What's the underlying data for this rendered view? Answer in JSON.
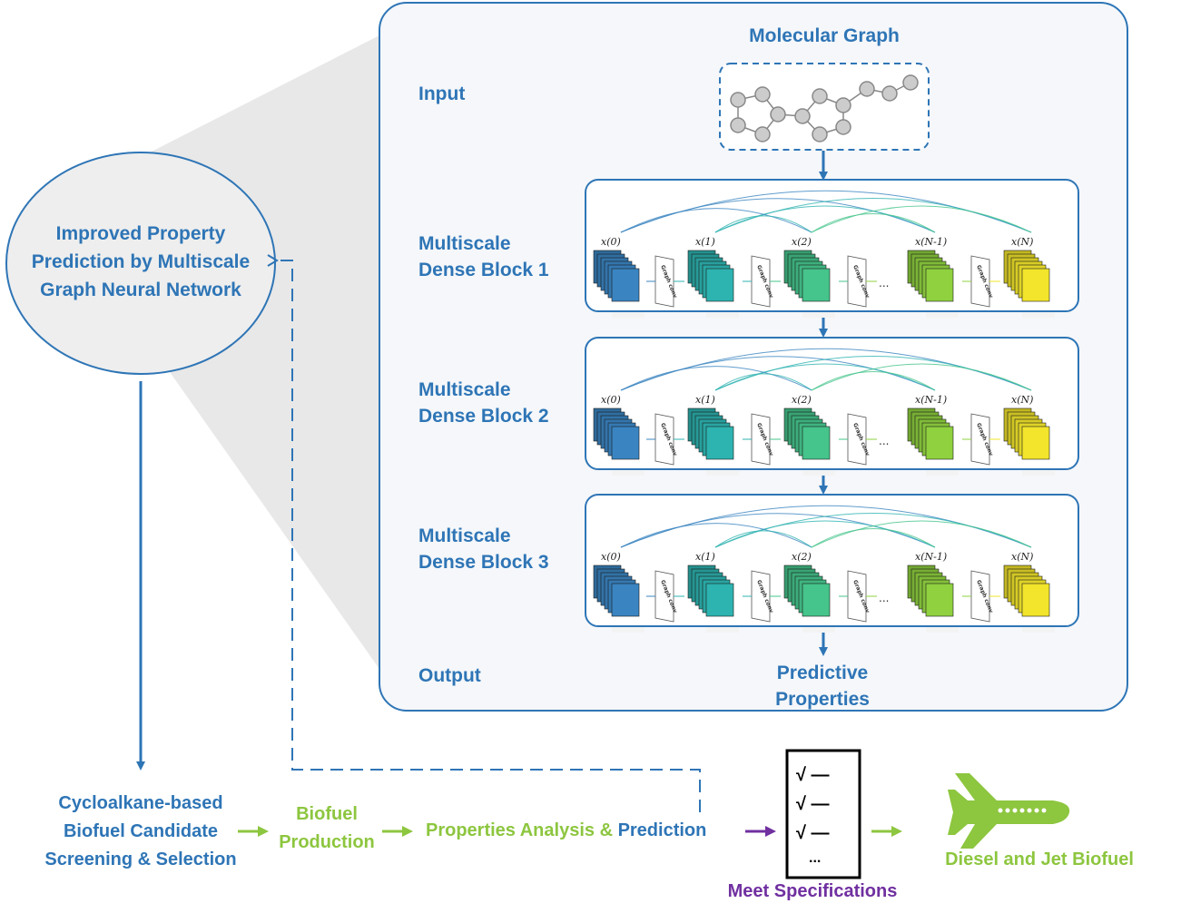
{
  "panel": {
    "molecular_graph_title": "Molecular Graph",
    "input_label": "Input",
    "output_label": "Output",
    "predictive_properties": [
      "Predictive",
      "Properties"
    ],
    "blocks": [
      {
        "label_line1": "Multiscale",
        "label_line2": "Dense Block 1"
      },
      {
        "label_line1": "Multiscale",
        "label_line2": "Dense Block 2"
      },
      {
        "label_line1": "Multiscale",
        "label_line2": "Dense Block 3"
      }
    ],
    "block_node_labels": [
      "x(0)",
      "x(1)",
      "x(2)",
      "x(N-1)",
      "x(N)"
    ],
    "graph_conv_label": "Graph conv",
    "ellipsis": "..."
  },
  "ellipse": {
    "line1": "Improved Property",
    "line2": "Prediction by Multiscale",
    "line3": "Graph Neural Network"
  },
  "flow": {
    "screening": [
      "Cycloalkane-based",
      "Biofuel Candidate",
      "Screening & Selection"
    ],
    "production": [
      "Biofuel",
      "Production"
    ],
    "analysis_green": "Properties Analysis & ",
    "analysis_blue": "Prediction",
    "checklist": [
      "√ —",
      "√ —",
      "√ —",
      "..."
    ],
    "meet_specs": "Meet Specifications",
    "final": "Diesel and Jet Biofuel"
  },
  "colors": {
    "blue": "#2e75b6",
    "green": "#8dc63f",
    "purple": "#7030a0",
    "panel_fill": "#f5f7fa",
    "shadow": "#e6e6e6",
    "layer_colors": [
      "#3a84c1",
      "#2db3b0",
      "#45c48b",
      "#8fd13f",
      "#f2e52b"
    ]
  }
}
